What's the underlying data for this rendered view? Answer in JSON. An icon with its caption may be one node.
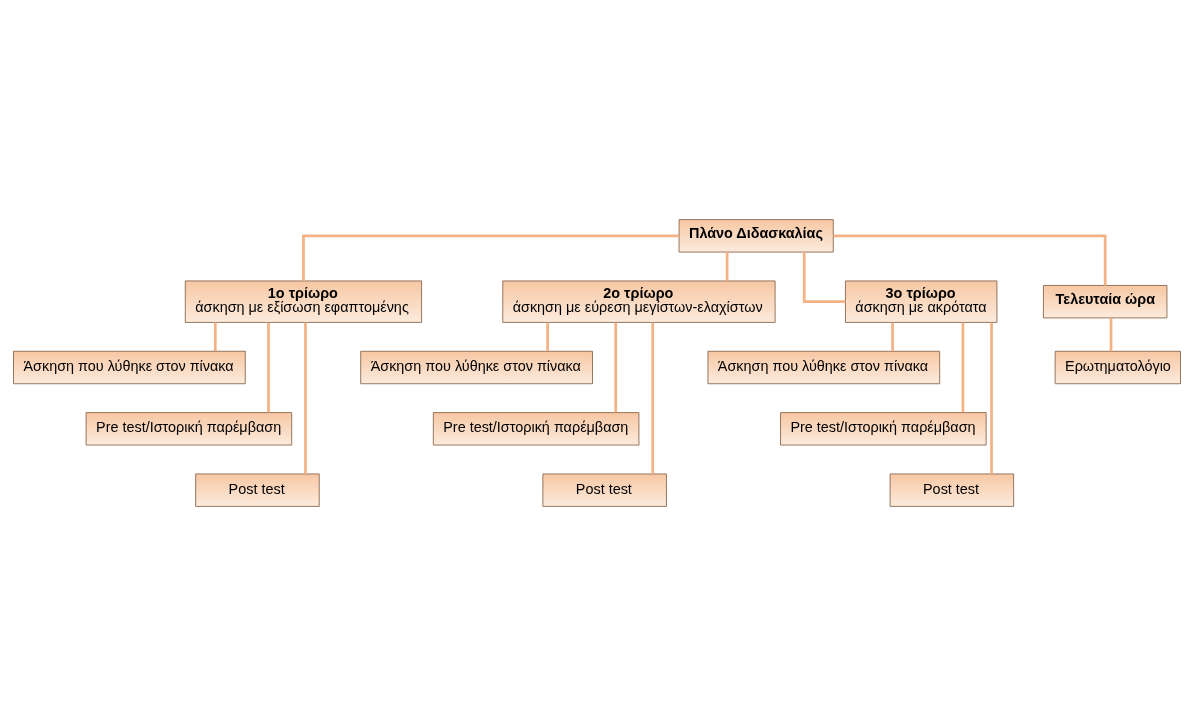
{
  "diagram": {
    "nodes": [
      {
        "text": [
          "Πλάνο Διδασκαλίας"
        ]
      },
      {
        "text": [
          "1ο τρίωρο",
          "άσκηση με εξίσωση εφαπτομένης"
        ]
      },
      {
        "text": [
          "2ο τρίωρο",
          "άσκηση με εύρεση μεγίστων-ελαχίστων"
        ]
      },
      {
        "text": [
          "3ο τρίωρο",
          "άσκηση με ακρότατα"
        ]
      },
      {
        "text": [
          "Τελευταία ώρα"
        ]
      },
      {
        "text": [
          "Άσκηση που λύθηκε στον πίνακα"
        ]
      },
      {
        "text": [
          "Pre test/Ιστορική παρέμβαση"
        ]
      },
      {
        "text": [
          "Post test"
        ]
      },
      {
        "text": [
          "Άσκηση που λύθηκε στον πίνακα"
        ]
      },
      {
        "text": [
          "Pre test/Ιστορική παρέμβαση"
        ]
      },
      {
        "text": [
          "Post test"
        ]
      },
      {
        "text": [
          "Άσκηση που λύθηκε στον πίνακα"
        ]
      },
      {
        "text": [
          "Pre test/Ιστορική παρέμβαση"
        ]
      },
      {
        "text": [
          "Post test"
        ]
      },
      {
        "text": [
          "Ερωτηματολόγιο"
        ]
      }
    ],
    "edges": [
      {
        "from": 0,
        "to": 1,
        "arrow": "none"
      },
      {
        "from": 0,
        "to": 2,
        "arrow": "none"
      },
      {
        "from": 0,
        "to": 3,
        "arrow": "none"
      },
      {
        "from": 0,
        "to": 4,
        "arrow": "none"
      },
      {
        "from": 1,
        "to": 5,
        "arrow": "none"
      },
      {
        "from": 1,
        "to": 6,
        "arrow": "none"
      },
      {
        "from": 1,
        "to": 7,
        "arrow": "none"
      },
      {
        "from": 2,
        "to": 8,
        "arrow": "none"
      },
      {
        "from": 2,
        "to": 9,
        "arrow": "none"
      },
      {
        "from": 2,
        "to": 10,
        "arrow": "none"
      },
      {
        "from": 3,
        "to": 11,
        "arrow": "none"
      },
      {
        "from": 3,
        "to": 12,
        "arrow": "none"
      },
      {
        "from": 3,
        "to": 13,
        "arrow": "none"
      },
      {
        "from": 4,
        "to": 14,
        "arrow": "none"
      }
    ]
  }
}
